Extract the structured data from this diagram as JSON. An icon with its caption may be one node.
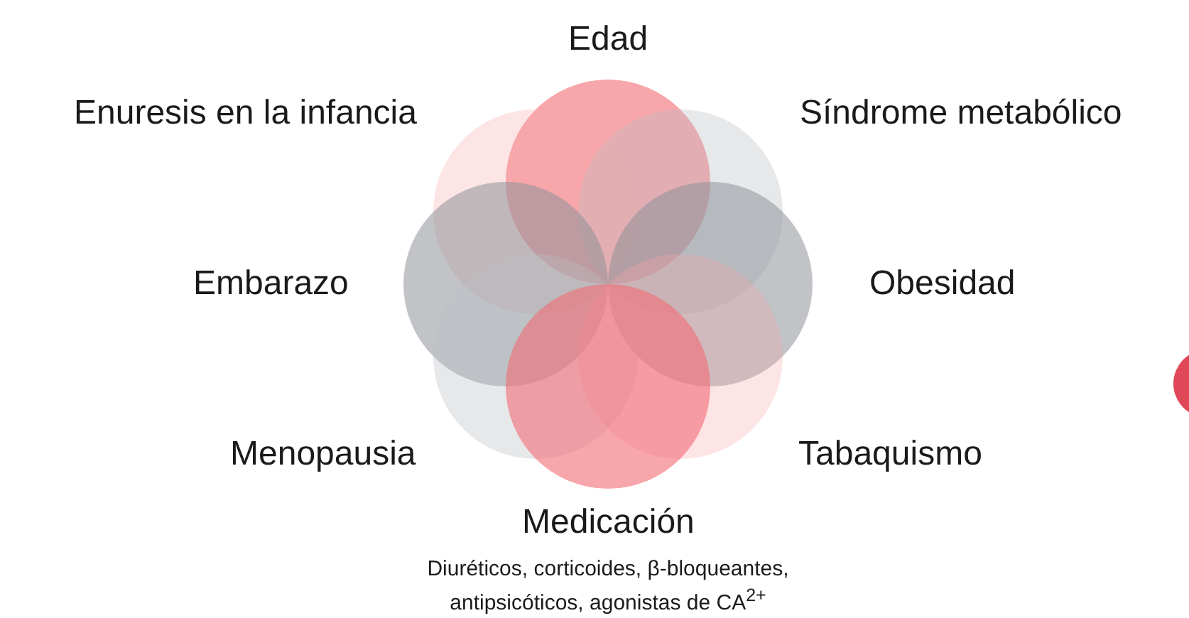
{
  "diagram": {
    "nodes": [
      {
        "text": [],
        "shape": "circle",
        "beside": [
          "Edad"
        ]
      },
      {
        "text": [],
        "shape": "circle",
        "beside": [
          "Enuresis en la infancia"
        ]
      },
      {
        "text": [],
        "shape": "circle",
        "beside": [
          "Síndrome metabólico"
        ]
      },
      {
        "text": [],
        "shape": "circle",
        "beside": [
          "Embarazo"
        ]
      },
      {
        "text": [],
        "shape": "circle",
        "beside": [
          "Obesidad"
        ]
      },
      {
        "text": [],
        "shape": "circle",
        "beside": [
          "Menopausia"
        ]
      },
      {
        "text": [],
        "shape": "circle",
        "beside": [
          "Tabaquismo"
        ]
      },
      {
        "text": [],
        "shape": "circle",
        "beside": [
          "Medicación",
          "Diuréticos, corticoides, β-bloqueantes, antipsicóticos, agonistas de CA$^{2+}$"
        ]
      }
    ],
    "edges": []
  }
}
